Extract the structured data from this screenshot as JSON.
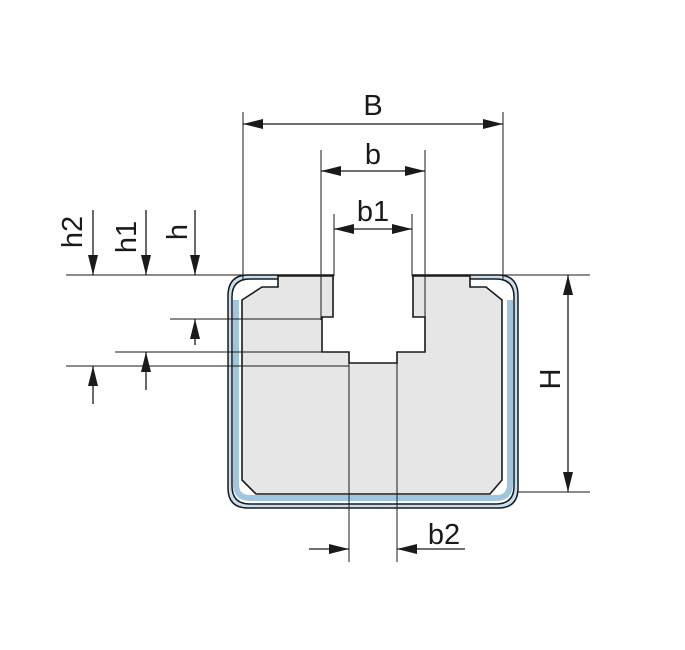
{
  "diagram": {
    "labels": {
      "B": "B",
      "b": "b",
      "b1": "b1",
      "b2": "b2",
      "h": "h",
      "h1": "h1",
      "h2": "h2",
      "H": "H"
    },
    "colors": {
      "outer_profile_fill": "#c7dfee",
      "outer_profile_stroke": "#1a1a1a",
      "insert_fill": "#e6e6e6",
      "insert_stroke": "#1a1a1a",
      "dimension_lines": "#1a1a1a",
      "background": "#ffffff"
    }
  }
}
